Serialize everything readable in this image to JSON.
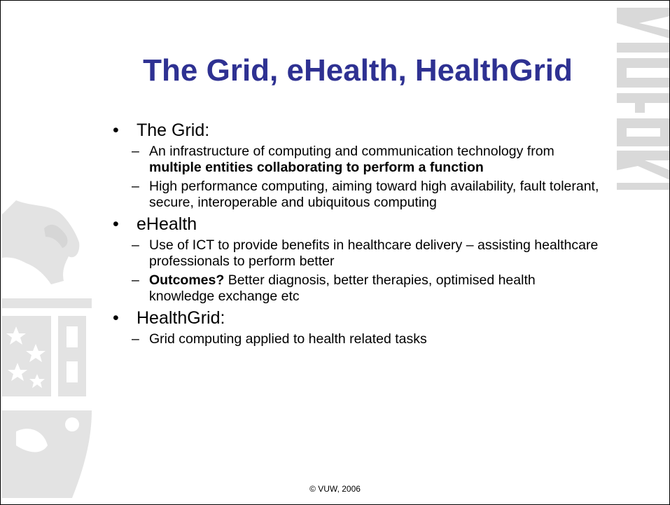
{
  "slide": {
    "title": "The Grid, eHealth, HealthGrid",
    "bullet_glyph": "•",
    "dash_glyph": "–",
    "points": [
      {
        "text": "The Grid:",
        "subpoints": [
          {
            "before": "An infrastructure of computing and communication technology from ",
            "bold": "multiple entities collaborating to perform a function",
            "after": ""
          },
          {
            "before": "High performance computing, aiming toward high availability, fault tolerant, secure, interoperable and ubiquitous computing",
            "bold": "",
            "after": ""
          }
        ]
      },
      {
        "text": "eHealth",
        "subpoints": [
          {
            "before": "Use of ICT to provide benefits in healthcare delivery – assisting healthcare professionals to perform better",
            "bold": "",
            "after": ""
          },
          {
            "before": "",
            "bold": "Outcomes?",
            "after": " Better diagnosis, better therapies, optimised health knowledge exchange etc"
          }
        ]
      },
      {
        "text": "HealthGrid:",
        "subpoints": [
          {
            "before": "Grid computing applied to health related tasks",
            "bold": "",
            "after": ""
          }
        ]
      }
    ],
    "footer": "© VUW, 2006",
    "watermark_text": "VICTORIA",
    "colors": {
      "title": "#2e3192",
      "watermark": "#d9d9d9"
    }
  }
}
